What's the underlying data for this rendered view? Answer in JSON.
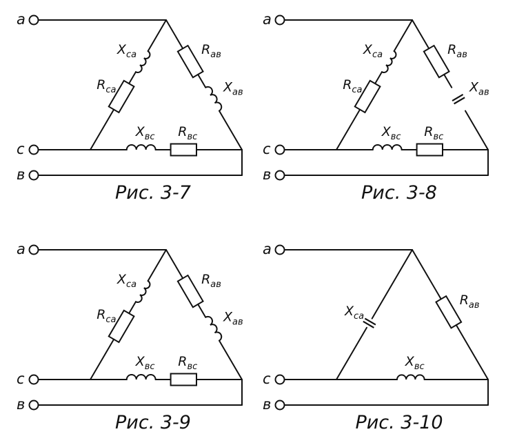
{
  "diagrams": [
    {
      "caption": "Рис. 3-7",
      "terminals": {
        "a": "a",
        "c": "c",
        "b": "в"
      },
      "elements": [
        {
          "pos": "ab_upper",
          "type": "resistor",
          "sym": "R",
          "sub": "aв"
        },
        {
          "pos": "ab_lower",
          "type": "inductor",
          "sym": "X",
          "sub": "aв"
        },
        {
          "pos": "ca_upper",
          "type": "inductor",
          "sym": "X",
          "sub": "ca"
        },
        {
          "pos": "ca_lower",
          "type": "resistor",
          "sym": "R",
          "sub": "ca"
        },
        {
          "pos": "bc_left",
          "type": "inductor",
          "sym": "X",
          "sub": "вc"
        },
        {
          "pos": "bc_right",
          "type": "resistor",
          "sym": "R",
          "sub": "вc"
        }
      ]
    },
    {
      "caption": "Рис. 3-8",
      "terminals": {
        "a": "a",
        "c": "c",
        "b": "в"
      },
      "elements": [
        {
          "pos": "ab_upper",
          "type": "resistor",
          "sym": "R",
          "sub": "aв"
        },
        {
          "pos": "ab_lower",
          "type": "capacitor",
          "sym": "X",
          "sub": "aв"
        },
        {
          "pos": "ca_upper",
          "type": "inductor",
          "sym": "X",
          "sub": "ca"
        },
        {
          "pos": "ca_lower",
          "type": "resistor",
          "sym": "R",
          "sub": "ca"
        },
        {
          "pos": "bc_left",
          "type": "inductor",
          "sym": "X",
          "sub": "вc"
        },
        {
          "pos": "bc_right",
          "type": "resistor",
          "sym": "R",
          "sub": "вc"
        }
      ]
    },
    {
      "caption": "Рис. 3-9",
      "terminals": {
        "a": "a",
        "c": "c",
        "b": "в"
      },
      "elements": [
        {
          "pos": "ab_upper",
          "type": "resistor",
          "sym": "R",
          "sub": "aв"
        },
        {
          "pos": "ab_lower",
          "type": "inductor",
          "sym": "X",
          "sub": "aв"
        },
        {
          "pos": "ca_upper",
          "type": "inductor",
          "sym": "X",
          "sub": "ca"
        },
        {
          "pos": "ca_lower",
          "type": "resistor",
          "sym": "R",
          "sub": "ca"
        },
        {
          "pos": "bc_left",
          "type": "inductor",
          "sym": "X",
          "sub": "вc"
        },
        {
          "pos": "bc_right",
          "type": "resistor",
          "sym": "R",
          "sub": "вc"
        }
      ]
    },
    {
      "caption": "Рис. 3-10",
      "terminals": {
        "a": "a",
        "c": "c",
        "b": "в"
      },
      "elements": [
        {
          "pos": "ab_mid",
          "type": "resistor",
          "sym": "R",
          "sub": "aв"
        },
        {
          "pos": "ca_mid",
          "type": "capacitor",
          "sym": "X",
          "sub": "ca"
        },
        {
          "pos": "bc_mid",
          "type": "inductor",
          "sym": "X",
          "sub": "вc"
        }
      ]
    }
  ]
}
